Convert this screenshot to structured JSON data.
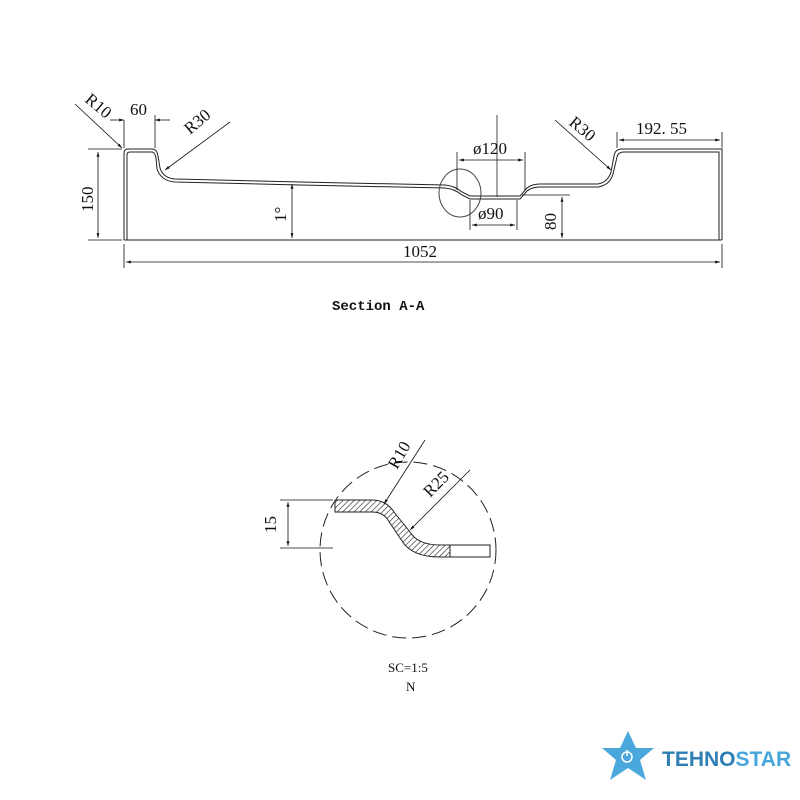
{
  "section_view": {
    "dimensions": {
      "r_top_left": "R10",
      "width_60": "60",
      "r30_left": "R30",
      "height_150": "150",
      "slope": "1°",
      "dia_120": "ø120",
      "dia_90": "ø90",
      "height_80": "80",
      "r30_right": "R30",
      "width_192": "192. 55",
      "length_1052": "1052"
    },
    "title": "Section A-A"
  },
  "detail_view": {
    "dimensions": {
      "r10": "R10",
      "r25": "R25",
      "height_15": "15"
    },
    "scale": "SC=1:5",
    "label": "N"
  },
  "logo": {
    "text_dark": "TEHNO",
    "text_light": "STAR",
    "color_dark": "#2f7fb4",
    "color_light": "#46a6dc"
  }
}
